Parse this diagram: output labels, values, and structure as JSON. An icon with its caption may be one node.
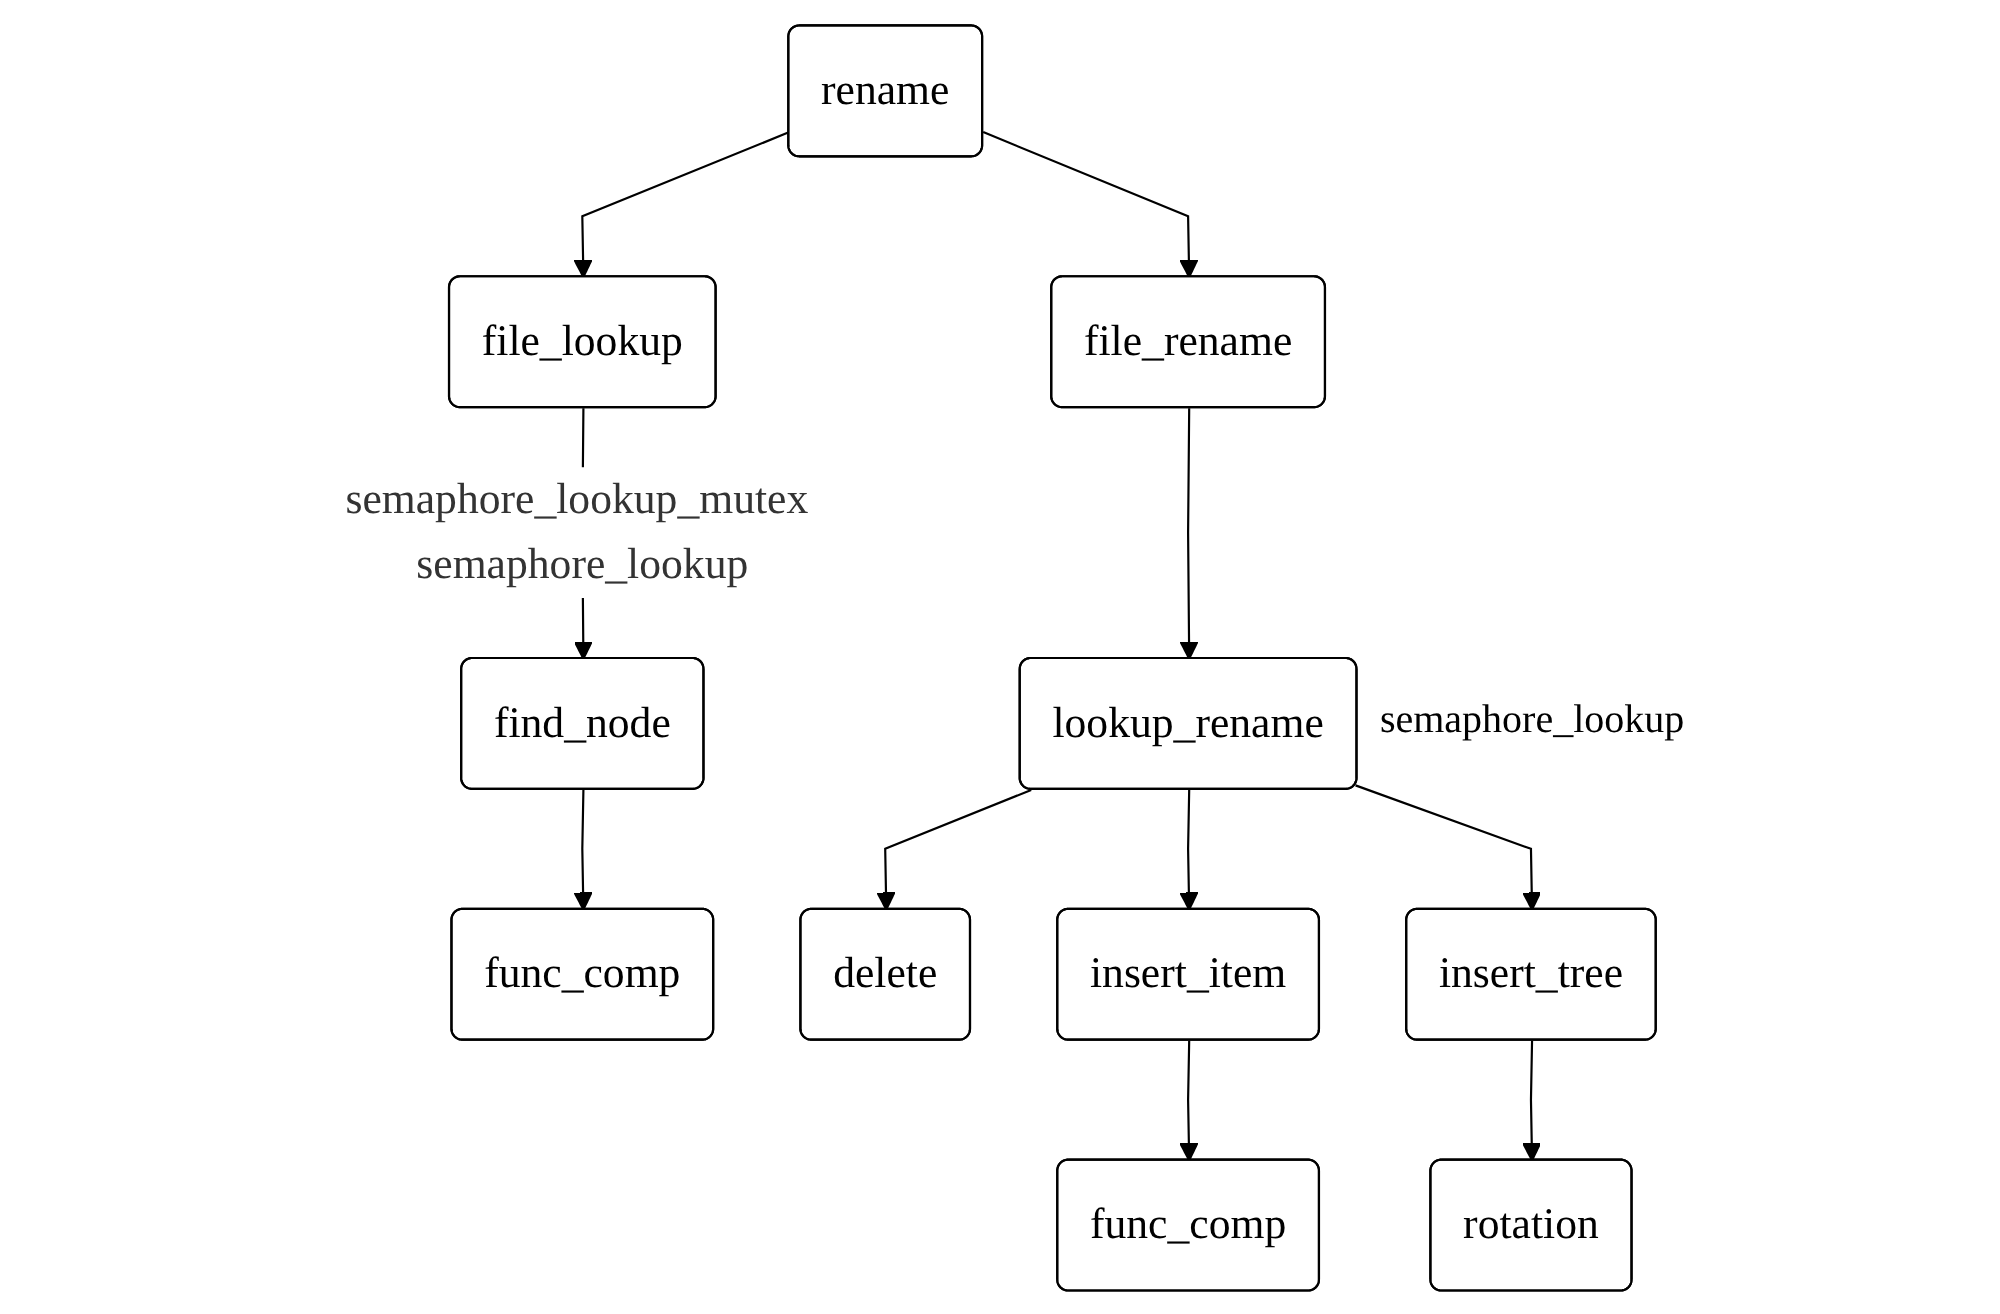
{
  "diagram": {
    "nodes": [
      {
        "text": [
          "rename"
        ]
      },
      {
        "text": [
          "file_lookup"
        ]
      },
      {
        "text": [
          "file_rename"
        ]
      },
      {
        "text": [
          "find_node"
        ]
      },
      {
        "text": [
          "func_comp"
        ]
      },
      {
        "text": [
          "lookup_rename"
        ],
        "beside": [
          "semaphore_lookup"
        ]
      },
      {
        "text": [
          "delete"
        ]
      },
      {
        "text": [
          "insert_item"
        ]
      },
      {
        "text": [
          "insert_tree"
        ]
      },
      {
        "text": [
          "func_comp"
        ]
      },
      {
        "text": [
          "rotation"
        ]
      }
    ],
    "edges": [
      {
        "from": 0,
        "to": 1,
        "arrow": "to"
      },
      {
        "from": 0,
        "to": 2,
        "arrow": "to"
      },
      {
        "from": 1,
        "to": 3,
        "arrow": "to",
        "label": "semaphore_lookup_mutex semaphore_lookup"
      },
      {
        "from": 2,
        "to": 5,
        "arrow": "to"
      },
      {
        "from": 3,
        "to": 4,
        "arrow": "to"
      },
      {
        "from": 5,
        "to": 6,
        "arrow": "to"
      },
      {
        "from": 5,
        "to": 7,
        "arrow": "to"
      },
      {
        "from": 5,
        "to": 8,
        "arrow": "to"
      },
      {
        "from": 7,
        "to": 9,
        "arrow": "to"
      },
      {
        "from": 8,
        "to": 10,
        "arrow": "to"
      }
    ]
  }
}
